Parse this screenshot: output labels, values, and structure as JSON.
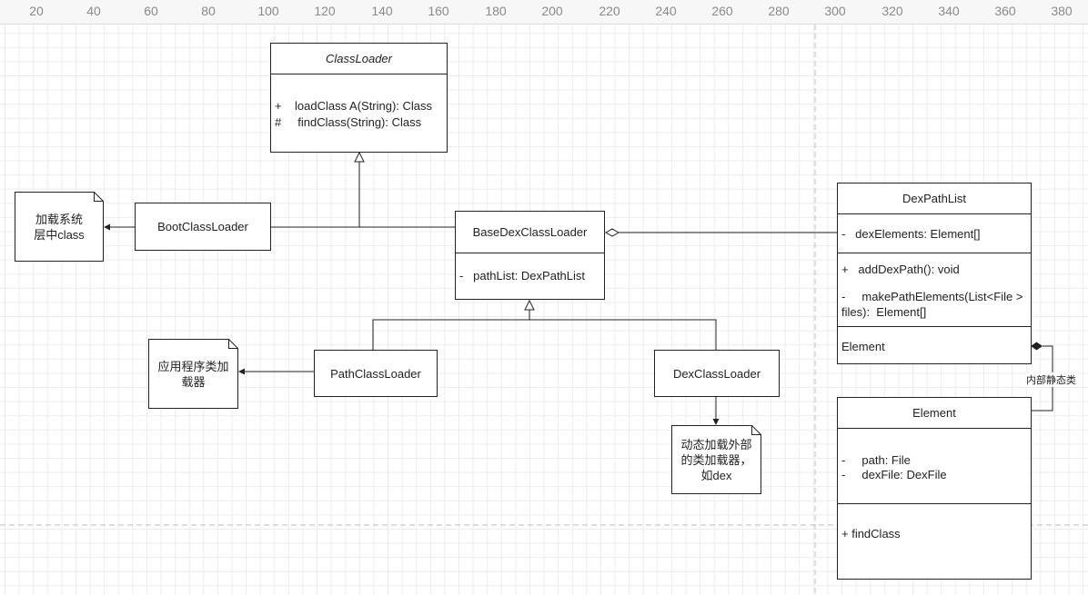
{
  "ruler": {
    "ticks": [
      "20",
      "40",
      "60",
      "80",
      "100",
      "120",
      "140",
      "160",
      "180",
      "200",
      "220",
      "240",
      "260",
      "280",
      "300",
      "320",
      "340",
      "360",
      "380"
    ]
  },
  "classes": {
    "classloader": {
      "name": "ClassLoader",
      "abstract": true,
      "members": [
        "+    loadClass A(String): Class",
        "#     findClass(String): Class"
      ]
    },
    "boot": {
      "name": "BootClassLoader"
    },
    "basedex": {
      "name": "BaseDexClassLoader",
      "members": [
        "-   pathList: DexPathList"
      ]
    },
    "path": {
      "name": "PathClassLoader"
    },
    "dex": {
      "name": "DexClassLoader"
    },
    "dexpathlist": {
      "name": "DexPathList",
      "fields": [
        "-   dexElements: Element[]"
      ],
      "methods": [
        "+   addDexPath(): void",
        "-     makePathElements(List<File >",
        "files):  Element[]"
      ],
      "extra": [
        "Element"
      ]
    },
    "element": {
      "name": "Element",
      "fields": [
        "-     path: File",
        "-     dexFile: DexFile"
      ],
      "methods": [
        "+ findClass"
      ]
    }
  },
  "notes": {
    "boot_note": "加载系统层中class",
    "path_note": "应用程序类加载器",
    "dex_note": "动态加载外部的类加载器，如dex"
  },
  "edges": {
    "inner_static_label": "内部静态类"
  }
}
